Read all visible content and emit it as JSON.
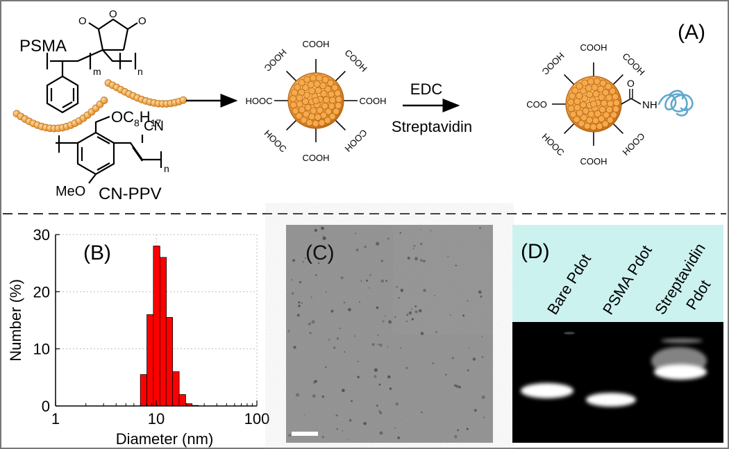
{
  "panel_a": {
    "label": "(A)",
    "psma_name": "PSMA",
    "psma_m": "m",
    "psma_n": "n",
    "cnppv_name": "CN-PPV",
    "cnppv_oc_prefix": "OC",
    "cnppv_oc_sub1": "8",
    "cnppv_oc_h": "H",
    "cnppv_oc_sub2": "17",
    "cnppv_cn": "CN",
    "cnppv_meo": "MeO",
    "cnppv_n": "n",
    "cooh": "COOH",
    "hooc": "HOOC",
    "reagent_top": "EDC",
    "reagent_bottom": "Streptavidin",
    "amide_nh": "NH",
    "amide_o": "O"
  },
  "panel_b": {
    "label": "(B)",
    "chart_data": {
      "type": "bar",
      "xscale": "log",
      "xlabel": "Diameter (nm)",
      "ylabel": "Number (%)",
      "xlim": [
        1,
        100
      ],
      "ylim": [
        0,
        30
      ],
      "xticks": [
        "1",
        "10",
        "100"
      ],
      "yticks": [
        "0",
        "10",
        "20",
        "30"
      ],
      "grid": true,
      "x": [
        7.5,
        8.7,
        10.1,
        11.7,
        13.5,
        15.7,
        18.2,
        21.1,
        24.4
      ],
      "values": [
        5.5,
        16.0,
        28.0,
        26.0,
        15.5,
        6.0,
        2.0,
        0.4,
        0.1
      ],
      "bar_color": "#ff0000"
    }
  },
  "panel_c": {
    "label": "(C)"
  },
  "panel_d": {
    "label": "(D)",
    "lanes": [
      {
        "label_line1": "Bare Pdot",
        "label_line2": ""
      },
      {
        "label_line1": "PSMA Pdot",
        "label_line2": ""
      },
      {
        "label_line1": "Streptavidin",
        "label_line2": "Pdot"
      }
    ],
    "header_color": "#ccf2f0"
  },
  "colors": {
    "nanoparticle": "#f0a040",
    "nanoparticle_dark": "#c77418",
    "protein": "#5fa8cc",
    "bar": "#ff0000"
  }
}
